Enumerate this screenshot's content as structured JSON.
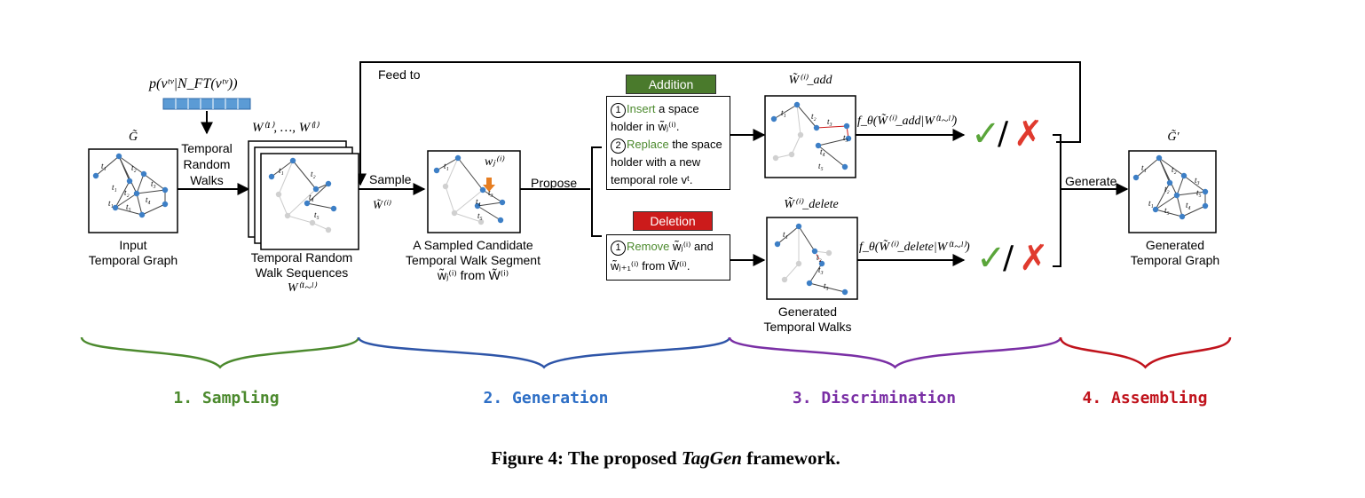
{
  "formulas": {
    "node_prob": "p(vᵗᵛ|N_FT(vᵗᵛ))",
    "g_tilde": "G̃",
    "g_prime": "G̃′",
    "walk_sequences": "W⁽¹⁾, …, W⁽ˡ⁾",
    "w_seq_range": "W⁽¹~ˡ⁾",
    "w_tilde_i": "W̃⁽ⁱ⁾",
    "w_j_i": "wⱼ⁽ⁱ⁾",
    "w_add": "W̃⁽ⁱ⁾_add",
    "w_delete": "W̃⁽ⁱ⁾_delete",
    "f_add": "f_θ(W̃⁽ⁱ⁾_add|W⁽¹~ˡ⁾)",
    "f_delete": "f_θ(W̃⁽ⁱ⁾_delete|W⁽¹~ˡ⁾)"
  },
  "labels": {
    "temporal_random_walks": [
      "Temporal",
      "Random",
      "Walks"
    ],
    "feed_to": "Feed to",
    "sample": "Sample",
    "propose": "Propose",
    "generate": "Generate",
    "input_graph": [
      "Input",
      "Temporal Graph"
    ],
    "walk_seq": [
      "Temporal Random",
      "Walk Sequences"
    ],
    "candidate": [
      "A Sampled Candidate",
      "Temporal Walk Segment"
    ],
    "candidate_from": "w̃ⱼ⁽ⁱ⁾ from W̃⁽ⁱ⁾",
    "generated_walks": [
      "Generated",
      "Temporal Walks"
    ],
    "generated_graph": [
      "Generated",
      "Temporal Graph"
    ]
  },
  "addition": {
    "button": "Addition",
    "num1": "1",
    "insert": "Insert",
    "line1_rest": " a space",
    "line2": "holder in w̃ⱼ⁽ⁱ⁾.",
    "num2": "2",
    "replace": "Replace",
    "line3_rest": " the space",
    "line4": "holder with a new",
    "line5": "temporal role vᵗ."
  },
  "deletion": {
    "button": "Deletion",
    "num1": "1",
    "remove": "Remove",
    "line1_rest": " w̃ⱼ⁽ⁱ⁾ and",
    "line2": "w̃ⱼ₊₁⁽ⁱ⁾ from W̃⁽ⁱ⁾."
  },
  "stages": [
    "1. Sampling",
    "2. Generation",
    "3. Discrimination",
    "4. Assembling"
  ],
  "edge_labels": {
    "t1": "t₁",
    "t2": "t₂",
    "t3": "t₃",
    "t4": "t₄",
    "t5": "t₅"
  },
  "verdict_slash": "/",
  "caption": {
    "prefix": "Figure 4: The proposed ",
    "name": "TagGen",
    "suffix": " framework."
  },
  "colors": {
    "node": "#3d7fc6",
    "node_faded": "#d0d0d0",
    "addition": "#4a7a2c",
    "deletion": "#cc1b1b",
    "brace_sampling": "#4c8a2e",
    "brace_generation": "#2e55a8",
    "brace_discrimination": "#7a2fa5",
    "brace_assembling": "#c0131c",
    "check": "#5aa53a",
    "cross": "#e03a2e",
    "embedding": "#5b9bd5"
  }
}
